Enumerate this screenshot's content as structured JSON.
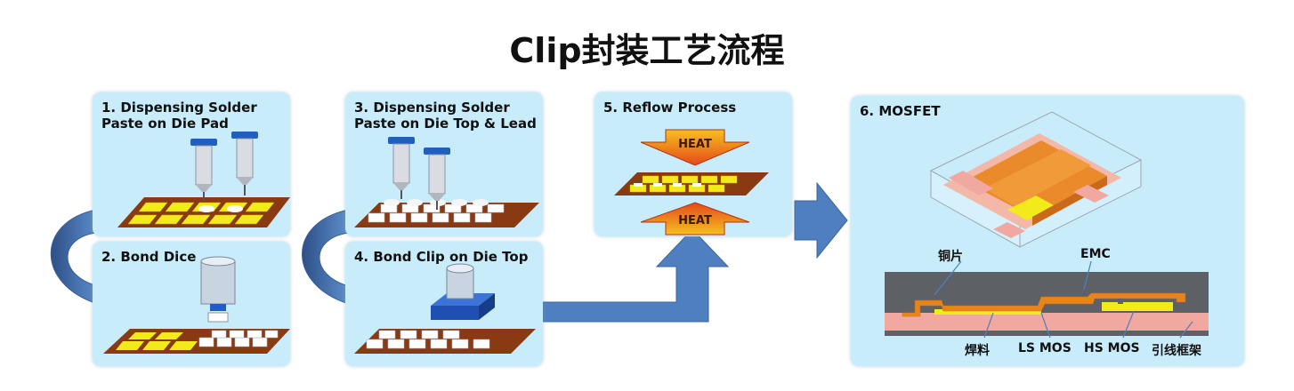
{
  "title": "Clip封装工艺流程",
  "steps": [
    {
      "line1": "1. Dispensing Solder",
      "line2": "Paste on Die Pad"
    },
    {
      "line1": "2. Bond Dice",
      "line2": ""
    },
    {
      "line1": "3. Dispensing Solder",
      "line2": "Paste on Die Top & Lead"
    },
    {
      "line1": "4. Bond Clip on Die Top",
      "line2": ""
    },
    {
      "line1": "5. Reflow Process",
      "line2": ""
    },
    {
      "line1": "6. MOSFET",
      "line2": ""
    }
  ],
  "heat_label": "HEAT",
  "mosfet_labels": {
    "copper_clip": "铜片",
    "emc": "EMC",
    "solder": "焊料",
    "ls_mos": "LS MOS",
    "hs_mos": "HS MOS",
    "lead_frame": "引线框架"
  },
  "colors": {
    "panel_bg": "#c9ecfa",
    "flow_arrow": "#4f7fbf",
    "copper": "#e8841c",
    "die_yellow": "#f2ea1a",
    "emc_gray": "#5d6165",
    "lead_frame_pink": "#f0a8a0",
    "heat_red": "#d9341c"
  }
}
